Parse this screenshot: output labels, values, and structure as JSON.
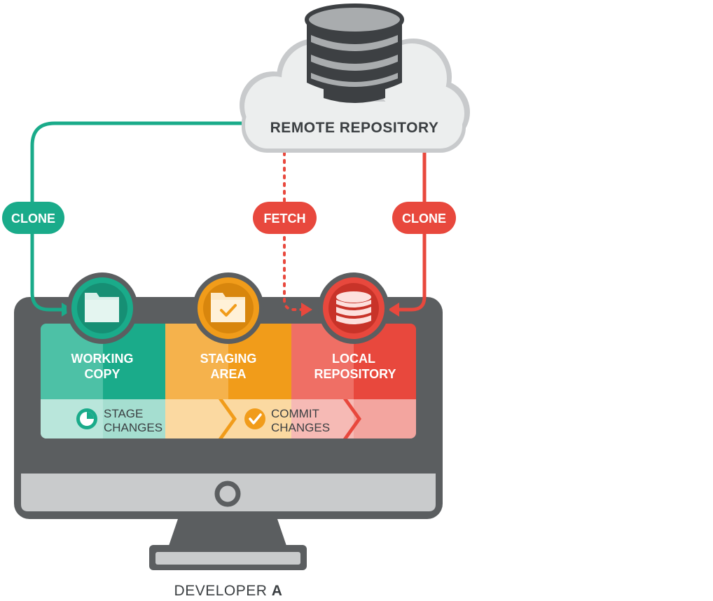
{
  "cloud": {
    "label": "REMOTE REPOSITORY"
  },
  "badges": {
    "clone_left": "CLONE",
    "fetch": "FETCH",
    "clone_right": "CLONE"
  },
  "panels": {
    "working_copy": {
      "line1": "WORKING",
      "line2": "COPY"
    },
    "staging_area": {
      "line1": "STAGING",
      "line2": "AREA"
    },
    "local_repository": {
      "line1": "LOCAL",
      "line2": "REPOSITORY"
    }
  },
  "actions": {
    "stage": {
      "line1": "STAGE",
      "line2": "CHANGES"
    },
    "commit": {
      "line1": "COMMIT",
      "line2": "CHANGES"
    }
  },
  "developer": {
    "prefix": "DEVELOPER ",
    "name": "A"
  },
  "colors": {
    "green": "#1aab8a",
    "orange": "#f19c1a",
    "red": "#e8483d",
    "monitor": "#5b5e60",
    "screen_gray": "#c9cbcc",
    "text_dark": "#3b3f42"
  }
}
